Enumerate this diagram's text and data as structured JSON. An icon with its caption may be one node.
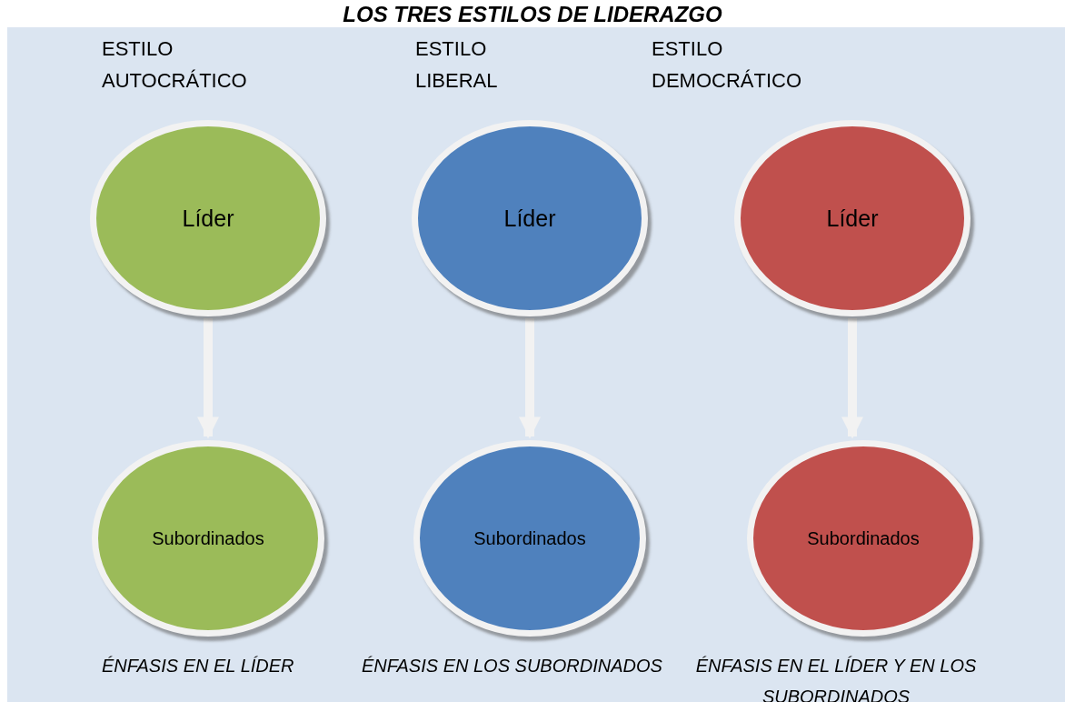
{
  "diagram": {
    "title": "LOS TRES ESTILOS DE LIDERAZGO",
    "nodes": [
      {
        "text": [
          "Líder"
        ]
      },
      {
        "text": [
          "Subordinados"
        ]
      },
      {
        "text": [
          "Líder"
        ]
      },
      {
        "text": [
          "Subordinados"
        ]
      },
      {
        "text": [
          "Líder"
        ]
      },
      {
        "text": [
          "Subordinados"
        ]
      }
    ],
    "edges": [
      {
        "from": 0,
        "to": 1,
        "arrow": "to"
      },
      {
        "from": 2,
        "to": 3,
        "arrow": "to"
      },
      {
        "from": 4,
        "to": 5,
        "arrow": "to"
      }
    ],
    "labels": [
      "ESTILO AUTOCRÁTICO",
      "ESTILO LIBERAL",
      "ESTILO DEMOCRÁTICO",
      "ÉNFASIS EN EL LÍDER",
      "ÉNFASIS EN LOS SUBORDINADOS",
      "ÉNFASIS EN EL LÍDER Y EN LOS SUBORDINADOS"
    ]
  }
}
